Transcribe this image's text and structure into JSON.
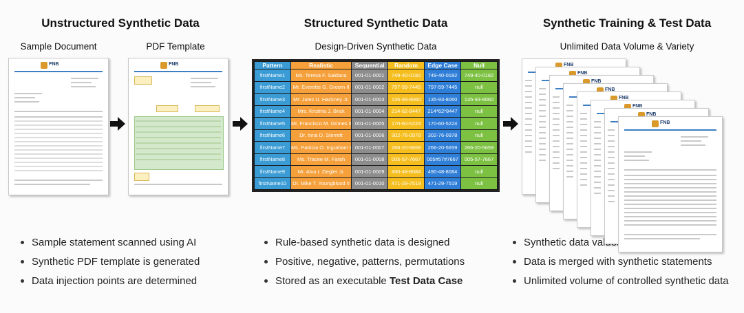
{
  "sections": [
    {
      "title": "Unstructured Synthetic Data",
      "subtitles": [
        "Sample Document",
        "PDF Template"
      ],
      "bullets": [
        [
          "Sample statement scanned using AI"
        ],
        [
          "Synthetic PDF template is generated"
        ],
        [
          "Data injection points are determined"
        ]
      ]
    },
    {
      "title": "Structured Synthetic Data",
      "subtitles": [
        "Design-Driven Synthetic Data"
      ],
      "bullets": [
        [
          "Rule-based synthetic data is designed"
        ],
        [
          "Positive, negative, patterns, permutations"
        ],
        [
          "Stored as an executable ",
          "Test Data Case"
        ]
      ]
    },
    {
      "title": "Synthetic Training & Test Data",
      "subtitles": [
        "Unlimited Data Volume & Variety"
      ],
      "bullets": [
        [
          "Synthetic data values are generated"
        ],
        [
          "Data is merged with synthetic statements"
        ],
        [
          "Unlimited volume of controlled synthetic data"
        ]
      ]
    }
  ],
  "doc_logo_text": "FNB",
  "table": {
    "columns": [
      {
        "name": "Pattern",
        "color": "#3a9bd5"
      },
      {
        "name": "Realistic",
        "color": "#f5a03a"
      },
      {
        "name": "Sequential",
        "color": "#8d8d8d"
      },
      {
        "name": "Random",
        "color": "#f5be1e"
      },
      {
        "name": "Edge Case",
        "color": "#2f7ed8"
      },
      {
        "name": "Null",
        "color": "#7cc142"
      }
    ],
    "rows": [
      [
        "firstName1",
        "Ms. Teresa F. Saldana",
        "001-01-0001",
        "749-40-0182",
        "749-40-0182",
        "749-40-0182"
      ],
      [
        "firstName2",
        "Mr. Everette G. Groom II",
        "001-01-0002",
        "797-59-7445",
        "797-59-7445",
        "null"
      ],
      [
        "firstName3",
        "Mr. Jules U. Hackney Jr.",
        "001-01-0003",
        "135-93-8060",
        "135-93-8060",
        "135-93-8060"
      ],
      [
        "firstName4",
        "Mrs. Kristina J. Brick",
        "001-01-0004",
        "214-62-8447",
        "214*62*8447",
        "null"
      ],
      [
        "firstName5",
        "Mr. Francisco M. Grimes II",
        "001-01-0005",
        "170-60-5224",
        "170-60-5224",
        "null"
      ],
      [
        "firstName6",
        "Dr. Inna D. Sterrett",
        "001-01-0006",
        "302-76-0978",
        "302-76-0978",
        "null"
      ],
      [
        "firstName7",
        "Ms. Patricia O. Ingraham III",
        "001-01-0007",
        "266-20-5659",
        "266-20-5659",
        "266-20-5659"
      ],
      [
        "firstName8",
        "Ms. Tracee M. Farah",
        "001-01-0008",
        "005-57-7667",
        "005#57#7667",
        "005-57-7667"
      ],
      [
        "firstName9",
        "Mr. Alva I. Ziegler Jr.",
        "001-01-0009",
        "490-48-8084",
        "490-48-8084",
        "null"
      ],
      [
        "firstName10",
        "Dr. Mike T. Youngblood II",
        "001-01-0010",
        "471-29-7519",
        "471-29-7519",
        "null"
      ]
    ]
  }
}
